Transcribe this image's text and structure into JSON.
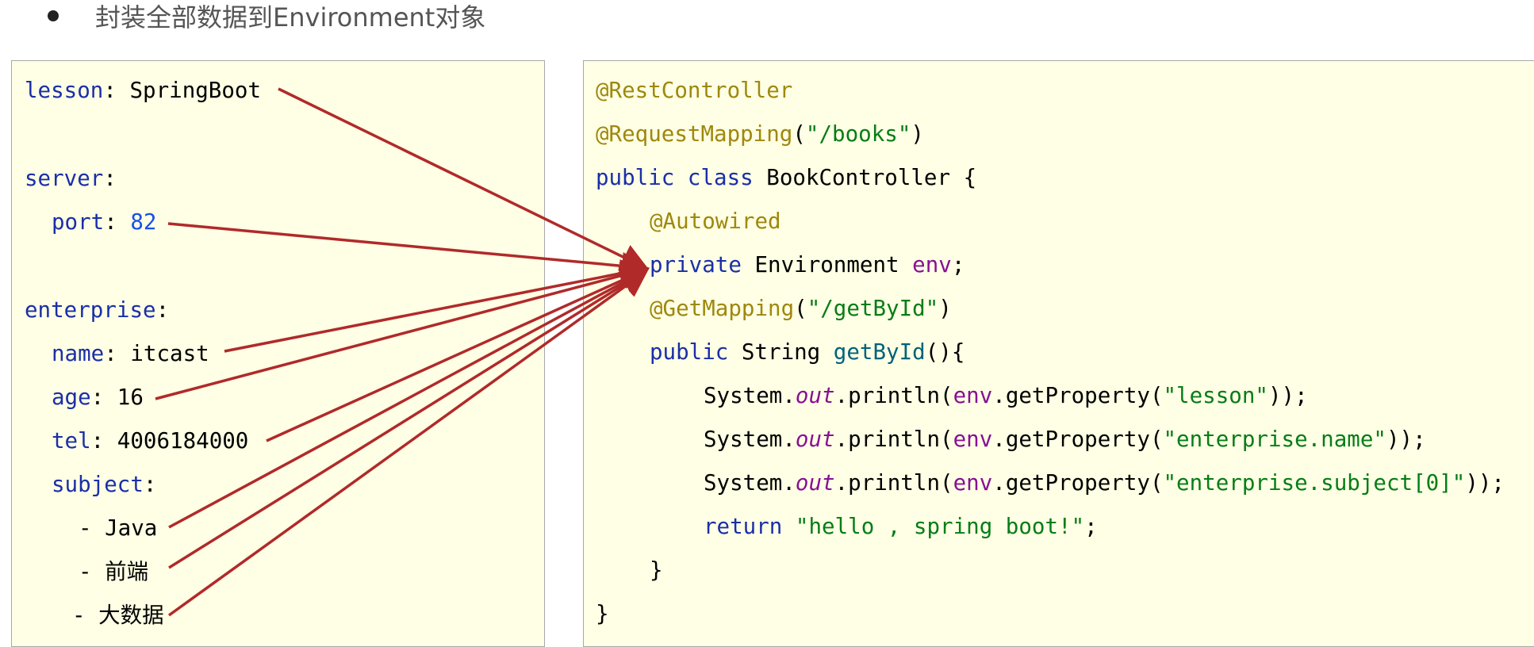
{
  "heading": {
    "text": "封装全部数据到Environment对象"
  },
  "yaml": {
    "lesson_key": "lesson",
    "lesson_sep": ": ",
    "lesson_value": "SpringBoot",
    "server_key": "server",
    "server_sep": ":",
    "port_key": "port",
    "port_sep": ": ",
    "port_value": "82",
    "enterprise_key": "enterprise",
    "enterprise_sep": ":",
    "name_key": "name",
    "name_sep": ": ",
    "name_value": "itcast",
    "age_key": "age",
    "age_sep": ": ",
    "age_value": "16",
    "tel_key": "tel",
    "tel_sep": ": ",
    "tel_value": "4006184000",
    "subject_key": "subject",
    "subject_sep": ":",
    "subject_items": [
      "- Java",
      "- 前端",
      "- 大数据"
    ]
  },
  "code": {
    "ann_rest": "@RestController",
    "ann_req": "@RequestMapping",
    "req_open": "(",
    "req_path": "\"/books\"",
    "req_close": ")",
    "kw_public": "public",
    "kw_class": "class",
    "class_decl": " BookController {",
    "ann_autowired": "@Autowired",
    "kw_private": "private",
    "env_type": " Environment ",
    "env_field": "env",
    "semicolon": ";",
    "ann_get": "@GetMapping",
    "get_open": "(",
    "get_path": "\"/getById\"",
    "get_close": ")",
    "kw_public2": "public",
    "ret_type": " String ",
    "method_name": "getById",
    "method_tail": "(){",
    "sys": "System.",
    "out": "out",
    "println_open": ".println(",
    "get_property": ".getProperty(",
    "arg1": "\"lesson\"",
    "arg2": "\"enterprise.name\"",
    "arg3": "\"enterprise.subject[0]\"",
    "call_close": "));",
    "kw_return": "return",
    "return_value": "\"hello , spring boot!\"",
    "brace_method": "}",
    "brace_class": "}"
  },
  "colors": {
    "panel_bg": "#ffffe5",
    "arrow": "#b02a2a",
    "keyword": "#1a2fa8",
    "annotation": "#9e880d",
    "string": "#067d17",
    "field": "#871094"
  }
}
